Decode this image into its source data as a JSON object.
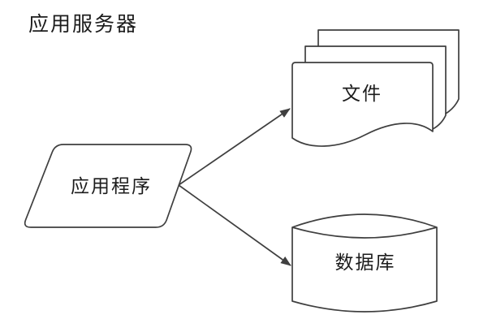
{
  "diagram": {
    "title": "应用服务器",
    "nodes": {
      "application": {
        "label": "应用程序",
        "shape": "parallelogram"
      },
      "files": {
        "label": "文件",
        "shape": "multi-document"
      },
      "database": {
        "label": "数据库",
        "shape": "cylinder"
      }
    },
    "edges": [
      {
        "from": "应用程序",
        "to": "文件",
        "style": "arrow"
      },
      {
        "from": "应用程序",
        "to": "数据库",
        "style": "arrow"
      }
    ],
    "colors": {
      "stroke": "#3f3f3f",
      "text": "#1c1c1c",
      "background": "#ffffff"
    }
  }
}
